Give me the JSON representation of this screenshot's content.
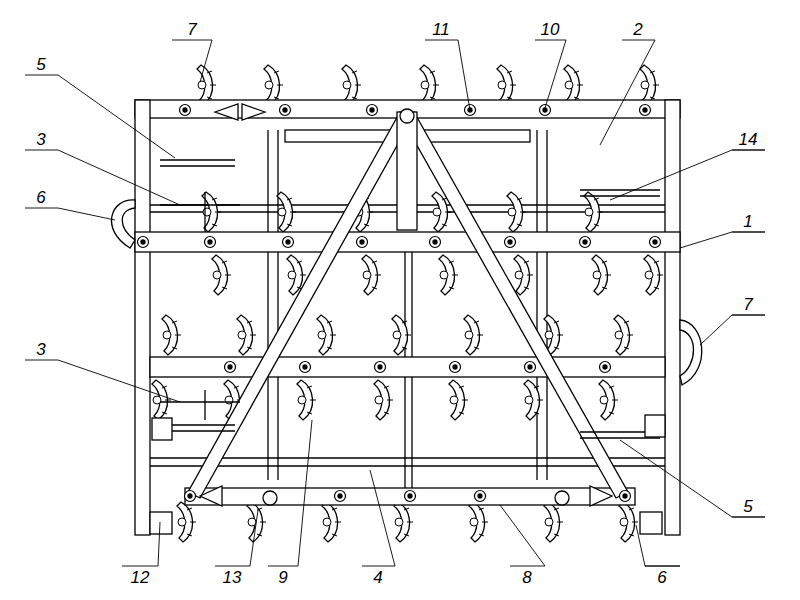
{
  "diagram": {
    "labels": [
      "7",
      "11",
      "10",
      "2",
      "5",
      "3",
      "14",
      "6",
      "1",
      "7",
      "3",
      "5",
      "12",
      "13",
      "9",
      "4",
      "8",
      "6"
    ]
  }
}
